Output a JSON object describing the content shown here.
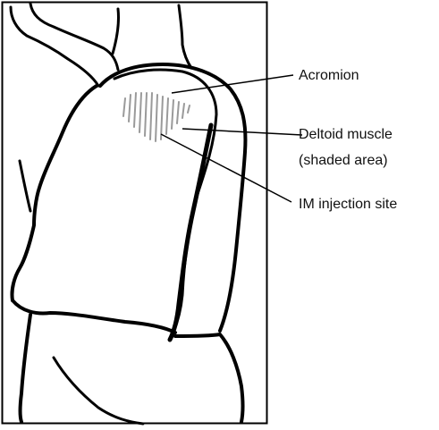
{
  "diagram": {
    "labels": {
      "acromion": "Acromion",
      "deltoid": "Deltoid muscle",
      "deltoid_sub": "(shaded area)",
      "im_site": "IM injection site"
    },
    "colors": {
      "outline": "#000000",
      "shading": "#9a9a9a",
      "background": "#ffffff"
    }
  }
}
